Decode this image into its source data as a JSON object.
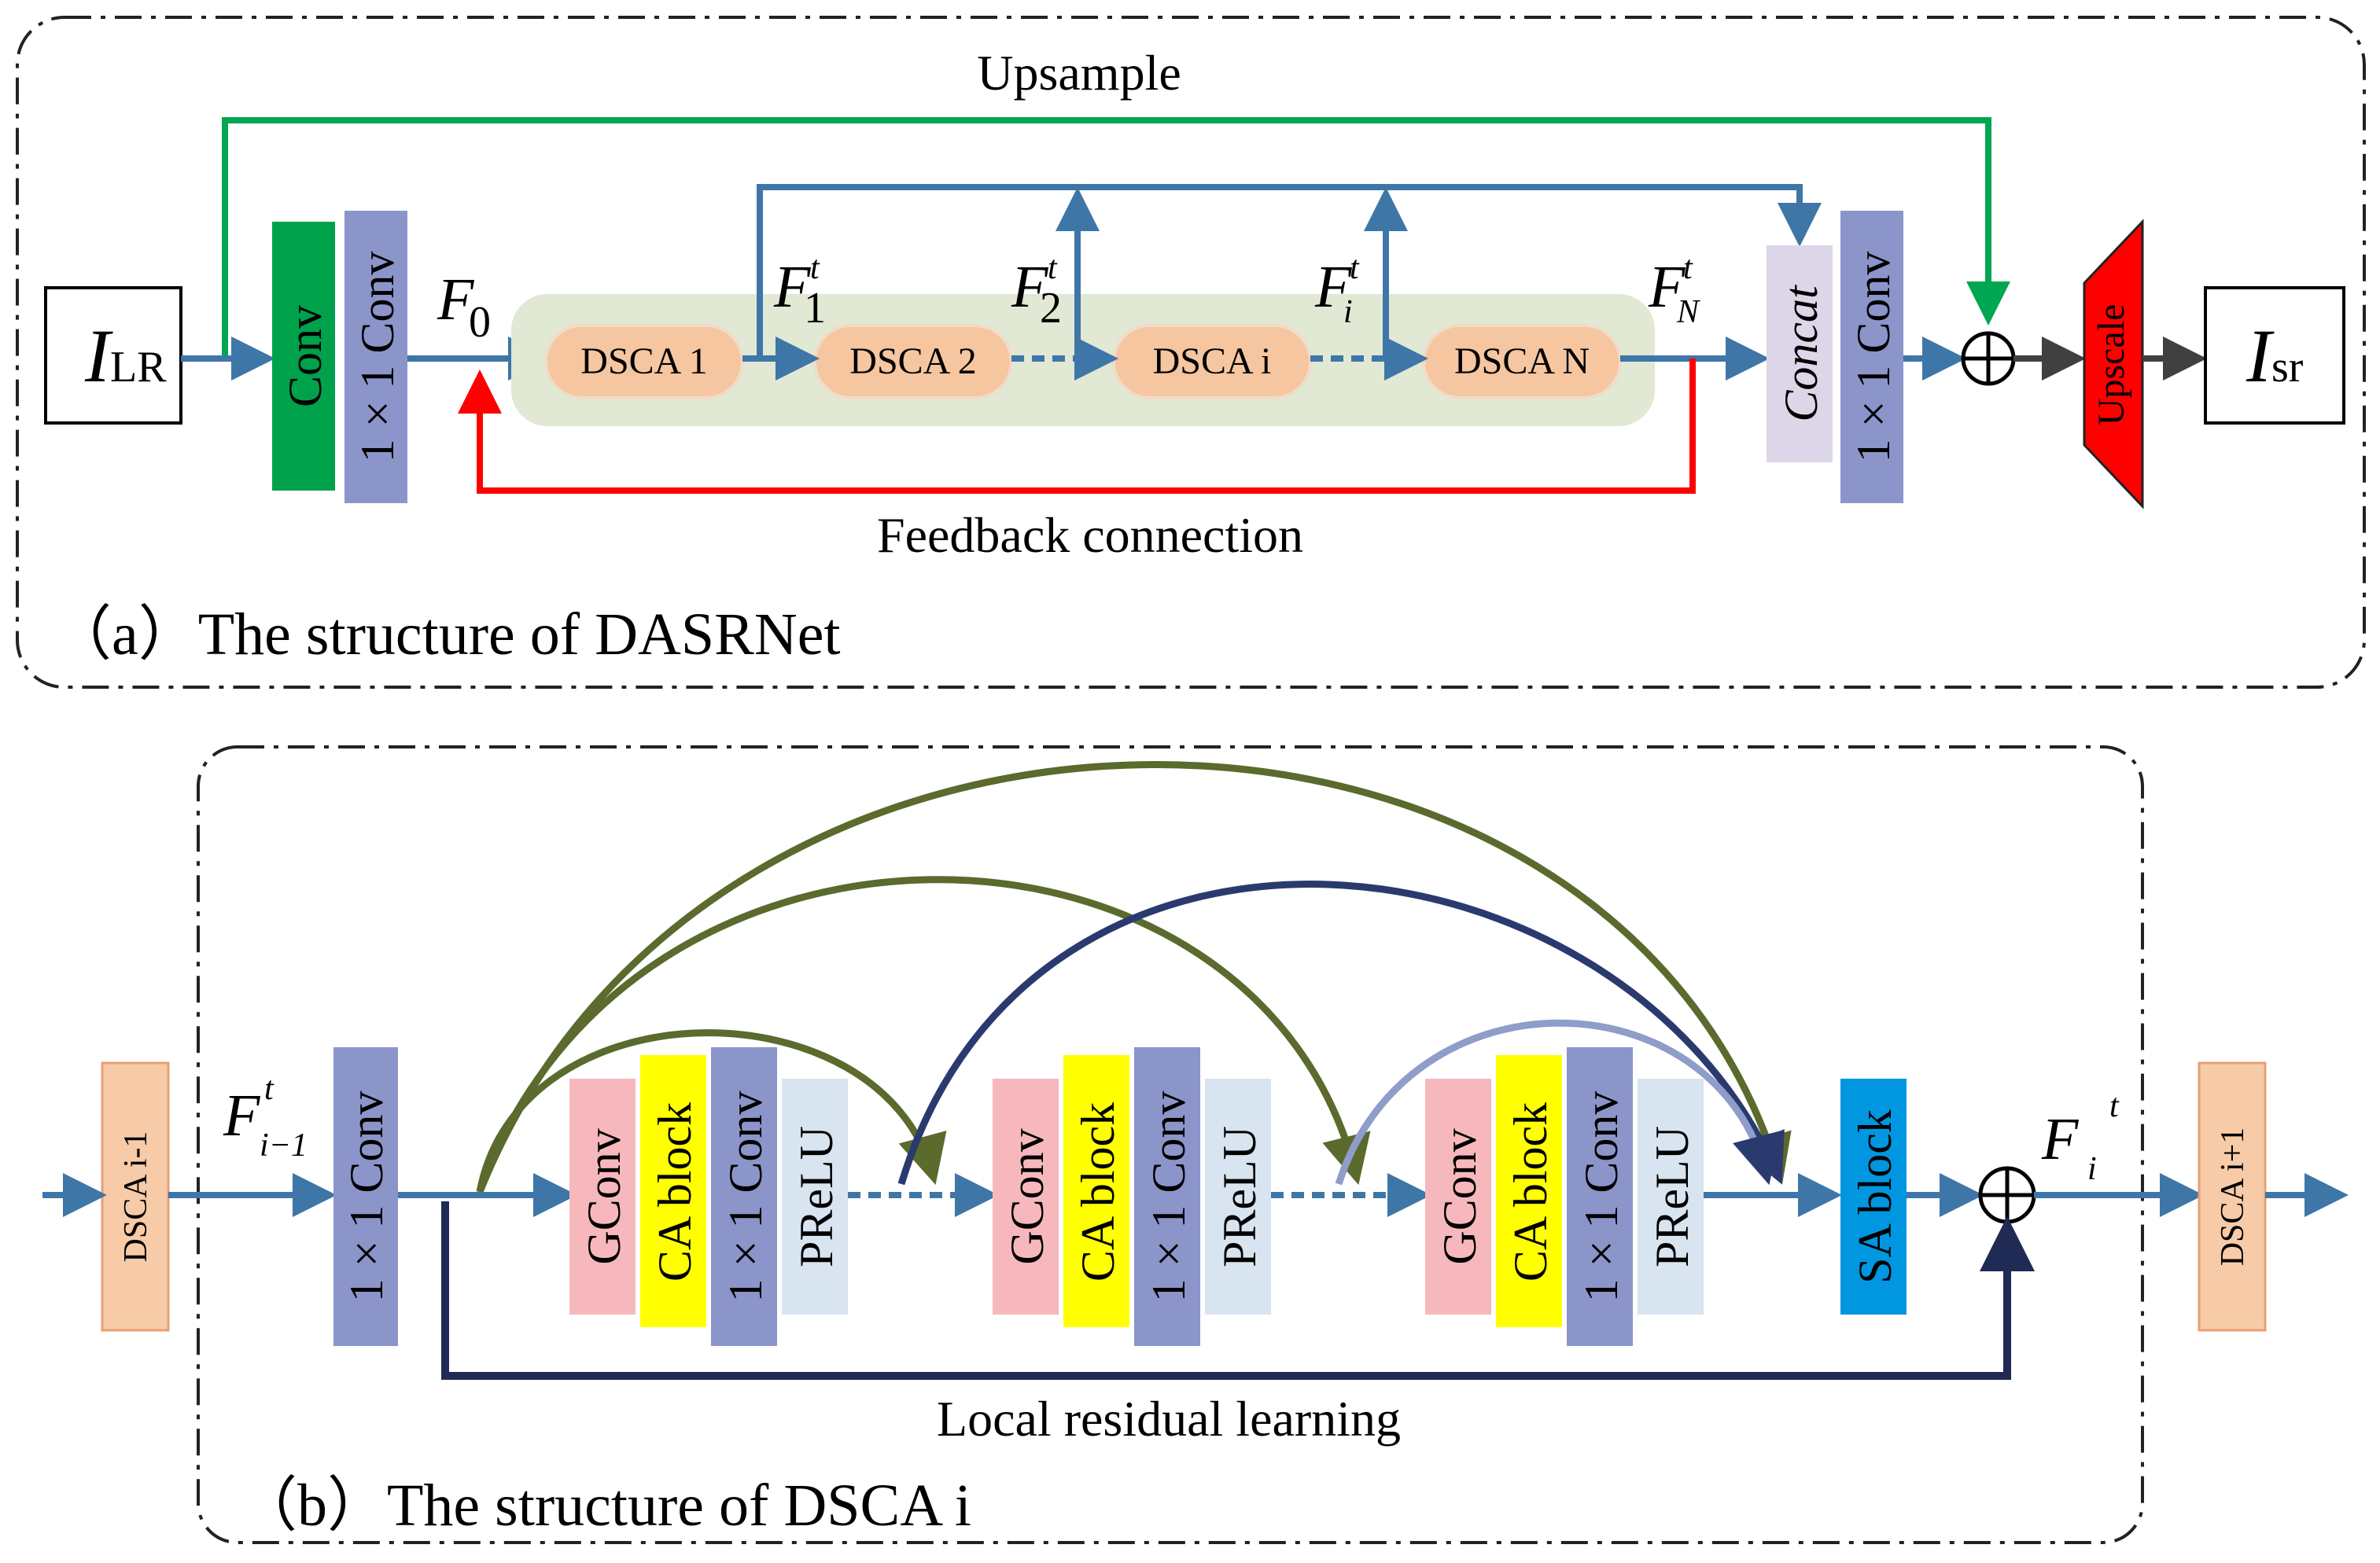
{
  "colors": {
    "blue": "#3f76a8",
    "green": "#00a651",
    "red": "#ff0000",
    "olive": "#5b6a2d",
    "navy": "#2b3a6e",
    "lightnavy": "#8e9dc9",
    "darknavy": "#1f2a55",
    "conv_green": "#00a14b",
    "conv1x1": "#8b95c9",
    "concat": "#ddd6e8",
    "dsca_node": "#f5c6a0",
    "dsca_band": "#e1e8d3",
    "gconv": "#f7b8bd",
    "ca_block": "#ffff00",
    "prelu": "#d8e4f0",
    "sa_block": "#0096e0",
    "upscale": "#ff0000",
    "side_block": "#f7cba8"
  },
  "panel_a": {
    "caption": "（a）The structure of DASRNet",
    "upsample_label": "Upsample",
    "feedback_label": "Feedback connection",
    "input_main": "I",
    "input_sub": "LR",
    "output_main": "I",
    "output_sub": "sr",
    "conv_label": "Conv",
    "conv1x1_label": "1 × 1 Conv",
    "f0_main": "F",
    "f0_sub": "0",
    "dsca_nodes": [
      "DSCA 1",
      "DSCA 2",
      "DSCA i",
      "DSCA N"
    ],
    "feature_labels": [
      {
        "main": "F",
        "sup": "t",
        "sub": "1"
      },
      {
        "main": "F",
        "sup": "t",
        "sub": "2"
      },
      {
        "main": "F",
        "sup": "t",
        "sub": "i"
      },
      {
        "main": "F",
        "sup": "t",
        "sub": "N"
      }
    ],
    "concat_label": "Concat",
    "conv1x1_b_label": "1 × 1 Conv",
    "upscale_label": "Upscale",
    "plus_symbol": "⊕"
  },
  "panel_b": {
    "caption": "（b）The structure of DSCA i",
    "local_label": "Local residual learning",
    "prev_block": "DSCA i-1",
    "next_block": "DSCA i+1",
    "in_main": "F",
    "in_sup": "t",
    "in_sub": "i−1",
    "out_main": "F",
    "out_sup": "t",
    "out_sub": "i",
    "conv1x1_label": "1 × 1 Conv",
    "group_blocks": [
      "GConv",
      "CA block",
      "1 × 1 Conv",
      "PReLU"
    ],
    "sa_label": "SA block",
    "plus_symbol": "⊕"
  }
}
